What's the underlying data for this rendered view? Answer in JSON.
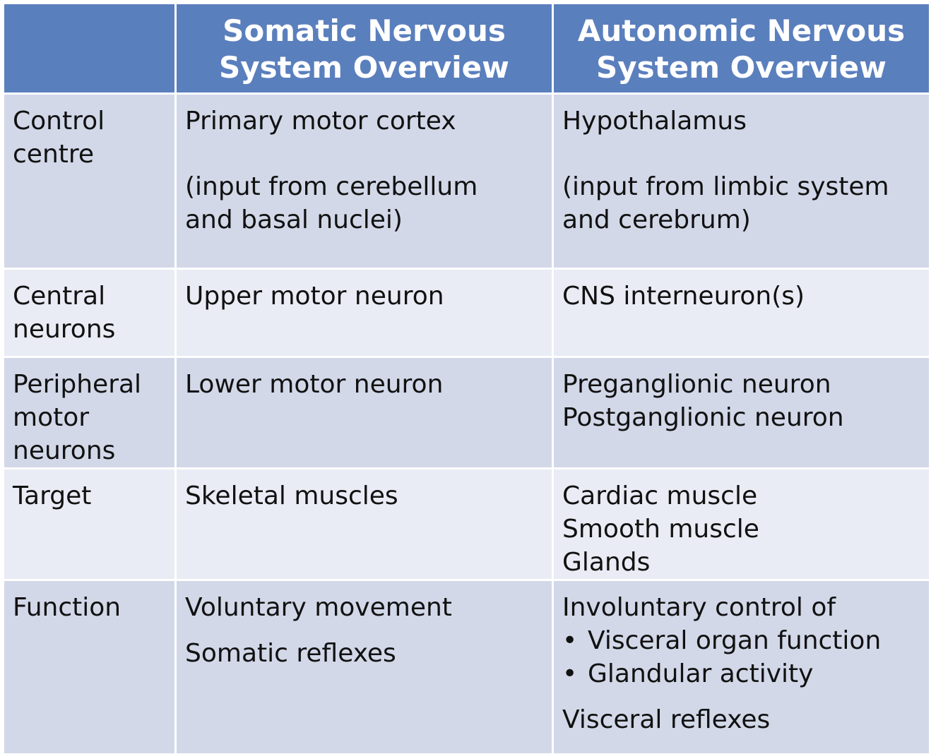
{
  "header": {
    "col0": "",
    "col1": [
      "Somatic Nervous",
      "System Overview"
    ],
    "col2": [
      "Autonomic Nervous",
      "System Overview"
    ]
  },
  "rows": [
    {
      "label": [
        "Control",
        "centre"
      ],
      "somatic": {
        "main": "Primary motor cortex",
        "note": [
          "(input from cerebellum",
          "and basal nuclei)"
        ]
      },
      "autonomic": {
        "main": "Hypothalamus",
        "note": [
          "(input from limbic system",
          "and cerebrum)"
        ]
      }
    },
    {
      "label": [
        "Central",
        "neurons"
      ],
      "somatic": [
        "Upper motor neuron"
      ],
      "autonomic": [
        "CNS interneuron(s)"
      ]
    },
    {
      "label": [
        "Peripheral",
        "motor",
        "neurons"
      ],
      "somatic": [
        "Lower motor neuron"
      ],
      "autonomic": [
        "Preganglionic neuron",
        "Postganglionic neuron"
      ]
    },
    {
      "label": [
        "Target"
      ],
      "somatic": [
        "Skeletal muscles"
      ],
      "autonomic": [
        "Cardiac muscle",
        "Smooth muscle",
        "Glands"
      ]
    },
    {
      "label": [
        "Function"
      ],
      "somatic": [
        "Voluntary movement",
        "Somatic reflexes"
      ],
      "autonomic": {
        "intro": "Involuntary control of",
        "bullets": [
          "Visceral organ function",
          "Glandular activity"
        ],
        "bullet_char": "•",
        "outro": "Visceral reflexes"
      }
    }
  ],
  "colors": {
    "header_bg": "#5a7fbd",
    "row_dark": "#d2d8e8",
    "row_light": "#e9ecf4"
  }
}
